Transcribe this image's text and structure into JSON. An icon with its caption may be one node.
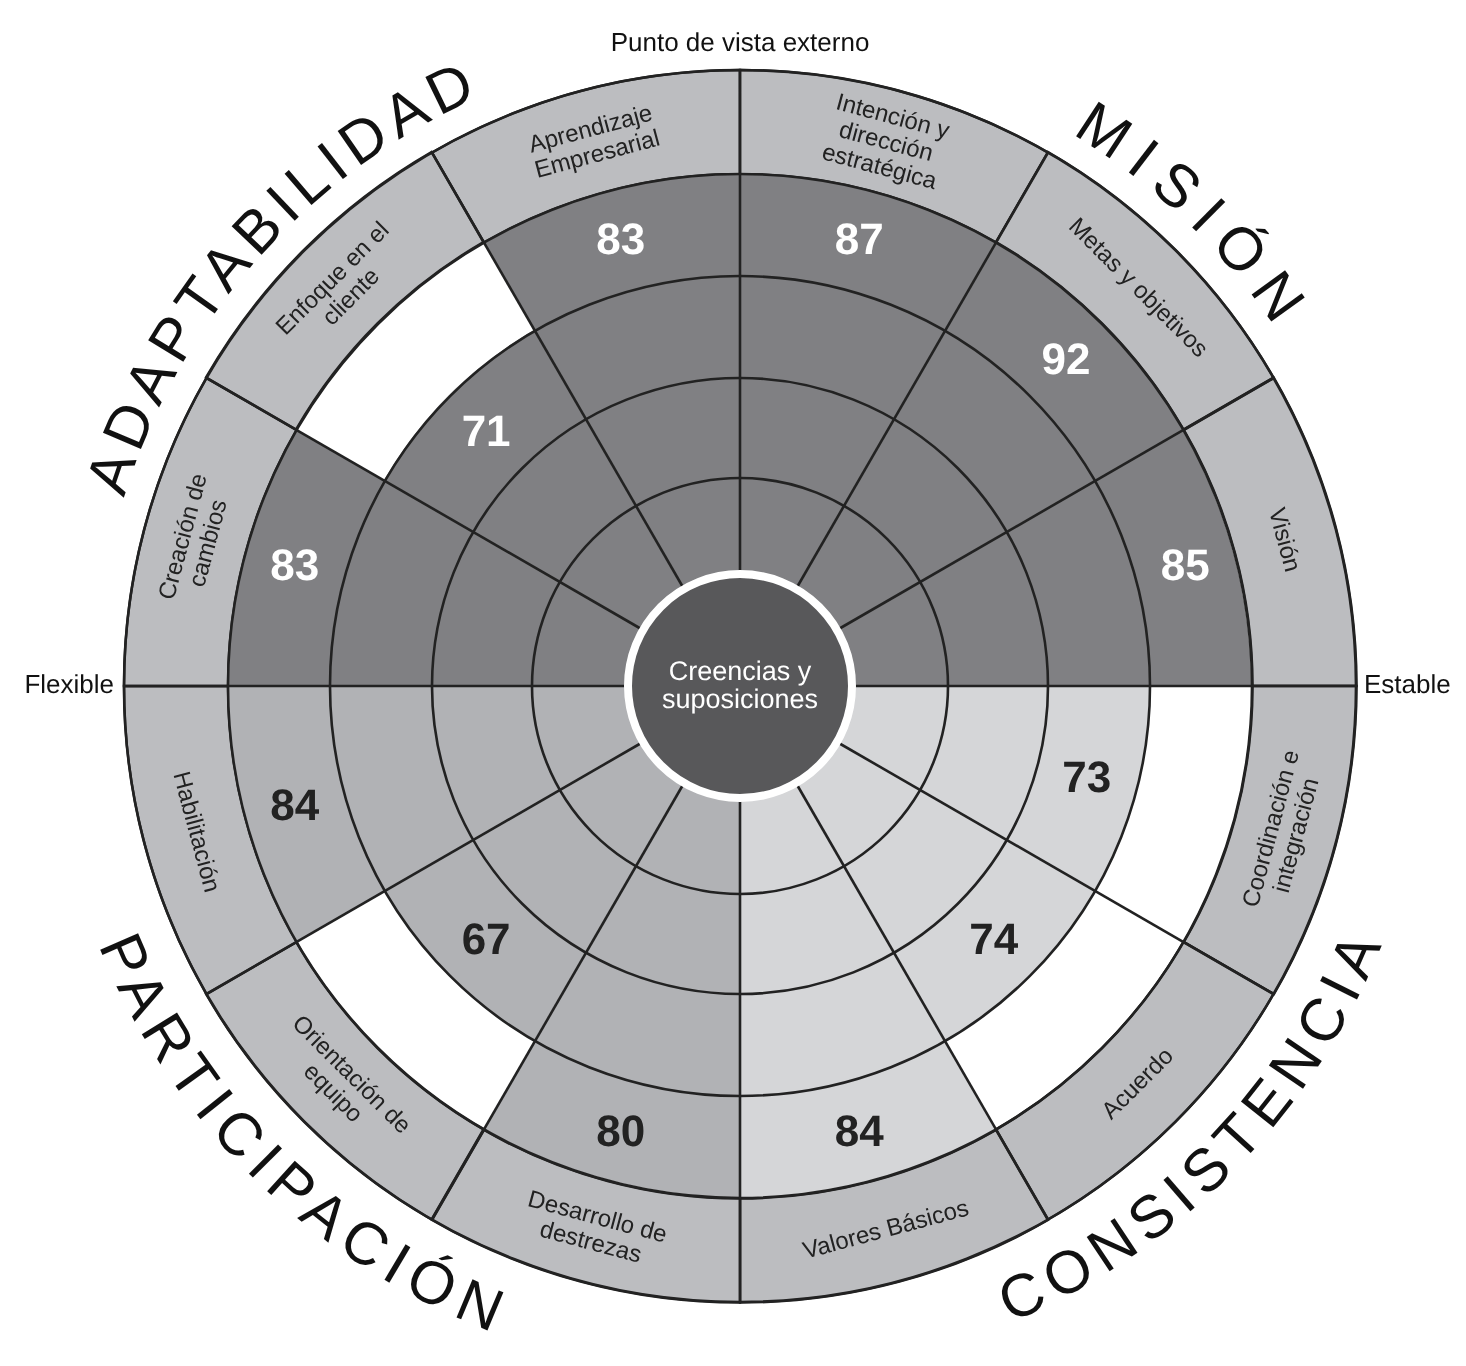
{
  "diagram": {
    "nodes": [
      {
        "text": [
          "Creencias y suposiciones"
        ]
      },
      {
        "text": [
          "Aprendizaje Empresarial"
        ]
      },
      {
        "text": [
          "Intención y dirección estratégica"
        ]
      },
      {
        "text": [
          "Metas y objetivos"
        ]
      },
      {
        "text": [
          "Visión"
        ]
      },
      {
        "text": [
          "Coordinación e integración"
        ]
      },
      {
        "text": [
          "Acuerdo"
        ]
      },
      {
        "text": [
          "Valores Básicos"
        ]
      },
      {
        "text": [
          "Desarrollo de destrezas"
        ]
      },
      {
        "text": [
          "Orientación de equipo"
        ]
      },
      {
        "text": [
          "Habilitación"
        ]
      },
      {
        "text": [
          "Creación de cambios"
        ]
      },
      {
        "text": [
          "Enfoque en el cliente"
        ]
      },
      {
        "text": [
          "83"
        ]
      },
      {
        "text": [
          "87"
        ]
      },
      {
        "text": [
          "92"
        ]
      },
      {
        "text": [
          "85"
        ]
      },
      {
        "text": [
          "73"
        ]
      },
      {
        "text": [
          "74"
        ]
      },
      {
        "text": [
          "84"
        ]
      },
      {
        "text": [
          "80"
        ]
      },
      {
        "text": [
          "67"
        ]
      },
      {
        "text": [
          "84"
        ]
      },
      {
        "text": [
          "83"
        ]
      },
      {
        "text": [
          "71"
        ]
      }
    ],
    "labels": [
      "Punto de vista externo",
      "ADAPTABILIDAD",
      "MISIÓN",
      "Flexible",
      "Estable",
      "PARTICIPACIÓN",
      "CONSISTENCIA"
    ]
  }
}
